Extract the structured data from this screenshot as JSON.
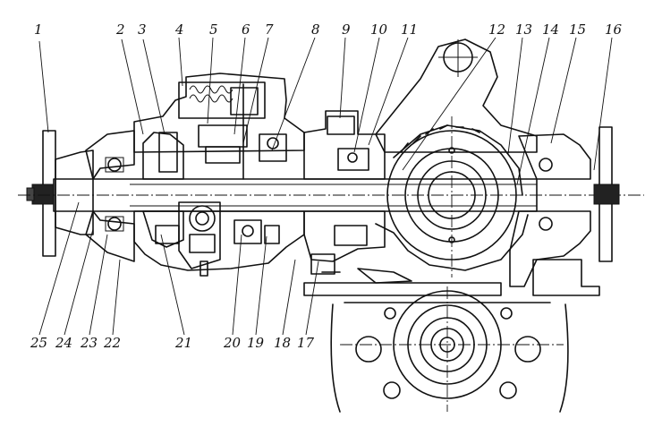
{
  "callouts": {
    "top": [
      "1",
      "2",
      "3",
      "4",
      "5",
      "6",
      "7",
      "8",
      "9",
      "10",
      "11",
      "12",
      "13",
      "14",
      "15",
      "16"
    ],
    "bottom": [
      "25",
      "24",
      "23",
      "22",
      "21",
      "20",
      "19",
      "18",
      "17"
    ]
  },
  "colors": {
    "ink": "#111111",
    "paper": "#ffffff"
  }
}
